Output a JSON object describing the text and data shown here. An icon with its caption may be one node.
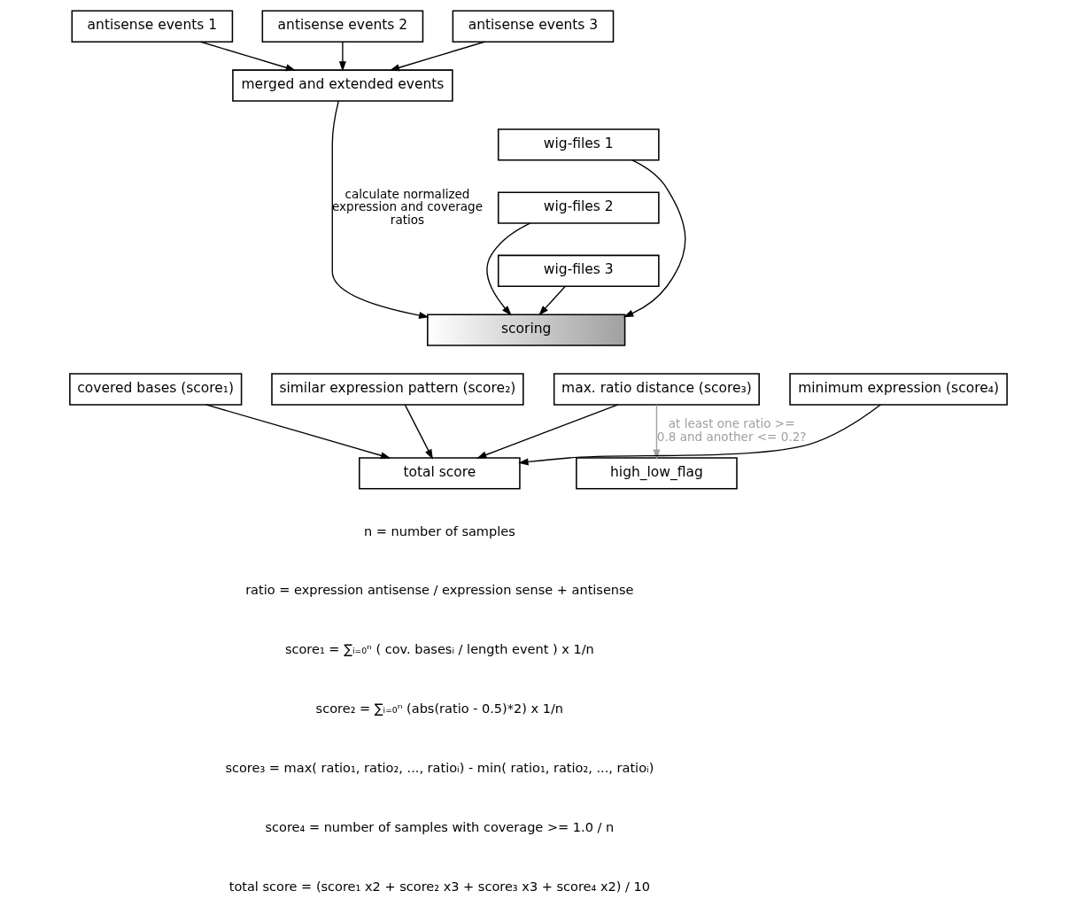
{
  "diagram": {
    "nodes": [
      {
        "text": [
          "antisense events 1"
        ]
      },
      {
        "text": [
          "antisense events 2"
        ]
      },
      {
        "text": [
          "antisense events 3"
        ]
      },
      {
        "text": [
          "merged and extended events"
        ]
      },
      {
        "text": [
          "wig-files 1"
        ]
      },
      {
        "text": [
          "wig-files 2"
        ]
      },
      {
        "text": [
          "wig-files 3"
        ]
      },
      {
        "text": [
          "scoring"
        ]
      },
      {
        "text": [
          "covered bases (score₁)"
        ]
      },
      {
        "text": [
          "similar expression pattern (score₂)"
        ]
      },
      {
        "text": [
          "max. ratio distance (score₃)"
        ]
      },
      {
        "text": [
          "minimum expression (score₄)"
        ]
      },
      {
        "text": [
          "total score"
        ]
      },
      {
        "text": [
          "high_low_flag"
        ]
      }
    ],
    "edges": [
      {
        "from": 0,
        "to": 3,
        "arrow": "to"
      },
      {
        "from": 1,
        "to": 3,
        "arrow": "to"
      },
      {
        "from": 2,
        "to": 3,
        "arrow": "to"
      },
      {
        "from": 3,
        "to": 7,
        "arrow": "to",
        "label": "calculate normalized expression and coverage ratios"
      },
      {
        "from": 4,
        "to": 7,
        "arrow": "to"
      },
      {
        "from": 5,
        "to": 7,
        "arrow": "to"
      },
      {
        "from": 6,
        "to": 7,
        "arrow": "to"
      },
      {
        "from": 8,
        "to": 12,
        "arrow": "to"
      },
      {
        "from": 9,
        "to": 12,
        "arrow": "to"
      },
      {
        "from": 10,
        "to": 12,
        "arrow": "to"
      },
      {
        "from": 11,
        "to": 12,
        "arrow": "to"
      },
      {
        "from": 10,
        "to": 13,
        "arrow": "to",
        "label": "at least one ratio >= 0.8 and another <= 0.2?",
        "color": "#a0a0a0"
      }
    ],
    "labels": [
      "n = number of samples",
      "ratio = expression antisense / expression sense + antisense",
      "score₁ = ∑ᵢ₌₀ⁿ ( cov. basesᵢ / length event ) x 1/n",
      "score₂ = ∑ᵢ₌₀ⁿ (abs(ratio - 0.5)*2) x 1/n",
      "score₃ = max( ratio₁, ratio₂, ..., ratioᵢ) - min( ratio₁, ratio₂, ..., ratioᵢ)",
      "score₄ = number of samples with coverage >= 1.0 / n",
      "total score = (score₁ x2 + score₂ x3 + score₃ x3 + score₄ x2) / 10"
    ]
  }
}
